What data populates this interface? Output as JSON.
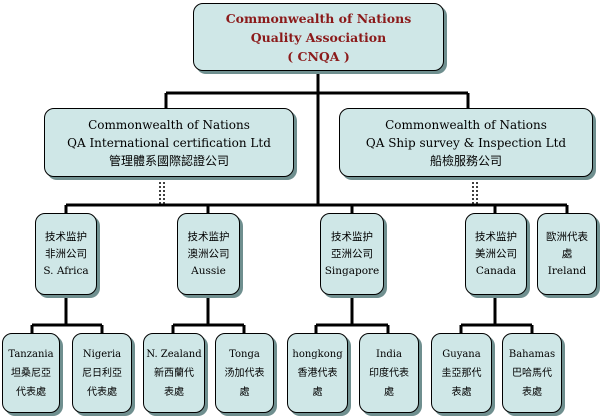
{
  "hq": {
    "line1": "Commonwealth of Nations",
    "line2": "Quality Association",
    "line3": "( CNQA )"
  },
  "divisions": [
    {
      "line1": "Commonwealth of Nations",
      "line2": "QA International certification Ltd",
      "line3": "管理體系國際認證公司"
    },
    {
      "line1": "Commonwealth of Nations",
      "line2": "QA Ship survey & Inspection Ltd",
      "line3": "船檢服務公司"
    }
  ],
  "regions": [
    {
      "line1": "技术监护",
      "line2": "非洲公司",
      "line3": "S. Africa"
    },
    {
      "line1": "技术监护",
      "line2": "澳洲公司",
      "line3": "Aussie"
    },
    {
      "line1": "技术监护",
      "line2": "亞洲公司",
      "line3": "Singapore"
    },
    {
      "line1": "技术监护",
      "line2": "美洲公司",
      "line3": "Canada"
    },
    {
      "line1": "歐洲代表",
      "line2": "處",
      "line3": "Ireland"
    }
  ],
  "offices": [
    {
      "line1": "Tanzania",
      "line2": "坦桑尼亞",
      "line3": "代表處"
    },
    {
      "line1": "Nigeria",
      "line2": "尼日利亞",
      "line3": "代表處"
    },
    {
      "line1": "N. Zealand",
      "line2": "新西蘭代",
      "line3": "表處"
    },
    {
      "line1": "Tonga",
      "line2": "汤加代表",
      "line3": "處"
    },
    {
      "line1": "hongkong",
      "line2": "香港代表",
      "line3": "處"
    },
    {
      "line1": "India",
      "line2": "印度代表",
      "line3": "處"
    },
    {
      "line1": "Guyana",
      "line2": "圭亞那代",
      "line3": "表處"
    },
    {
      "line1": "Bahamas",
      "line2": "巴哈馬代",
      "line3": "表處"
    }
  ]
}
